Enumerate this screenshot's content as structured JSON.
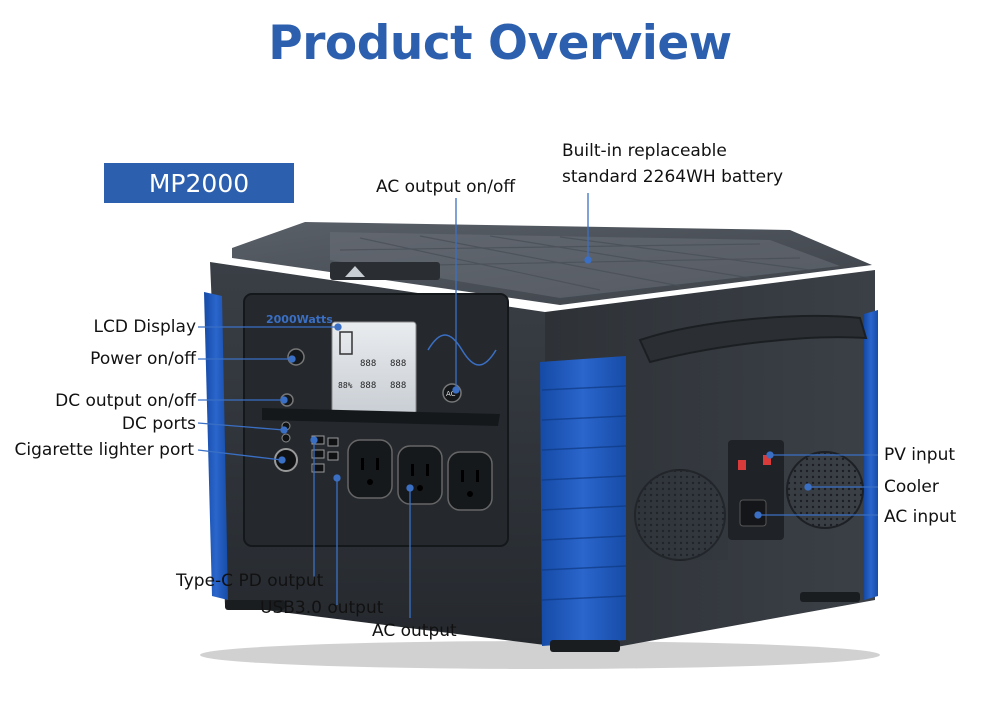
{
  "title": "Product Overview",
  "model": "MP2000",
  "device": {
    "brand_logo_text": "",
    "panel_rating_text": "2000Watts",
    "lcd_readouts": [
      "888",
      "888",
      "888",
      "888",
      "88%"
    ],
    "ac_button_text": "AC"
  },
  "callouts": {
    "battery_line1": "Built-in replaceable",
    "battery_line2": "standard 2264WH battery",
    "ac_onoff": "AC output on/off",
    "lcd_display": "LCD Display",
    "power_onoff": "Power on/off",
    "dc_onoff": "DC output on/off",
    "dc_ports": "DC ports",
    "cig_port": "Cigarette lighter port",
    "pv_input": "PV input",
    "cooler": "Cooler",
    "ac_input": "AC input",
    "typec": "Type-C PD output",
    "usb3": "USB3.0 output",
    "ac_output": "AC output"
  },
  "colors": {
    "title": "#2c5fae",
    "badge": "#2c5fae",
    "leader_line": "#3a6fc4",
    "blue_trim": "#1f56b8",
    "body": "#2d3238"
  }
}
